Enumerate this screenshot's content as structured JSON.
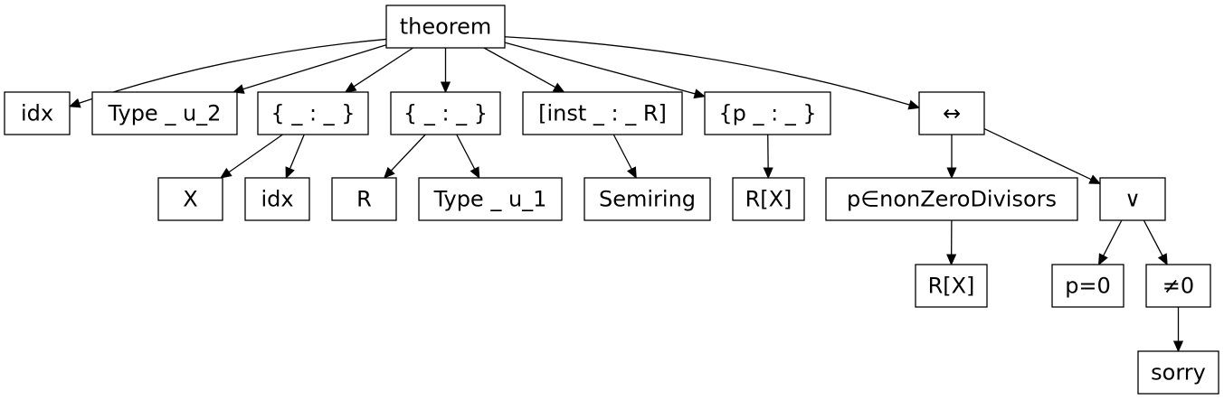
{
  "nodes": {
    "theorem": "theorem",
    "idx_1": "idx",
    "type_u2": "Type _ u_2",
    "binder_x": "{ _ : _ }",
    "binder_r": "{ _ : _ }",
    "inst_r": "[inst _ : _ R]",
    "binder_p": "{p _ : _ }",
    "iff": "↔",
    "x": "X",
    "idx_2": "idx",
    "r": "R",
    "type_u1": "Type _ u_1",
    "semiring": "Semiring",
    "rx_1": "R[X]",
    "mem_nonzero": "p∈nonZeroDivisors",
    "or": "∨",
    "rx_2": "R[X]",
    "p_eq_0": "p=0",
    "ne_0": "≠0",
    "sorry": "sorry"
  },
  "edges": [
    [
      "theorem",
      "idx_1"
    ],
    [
      "theorem",
      "type_u2"
    ],
    [
      "theorem",
      "binder_x"
    ],
    [
      "theorem",
      "binder_r"
    ],
    [
      "theorem",
      "inst_r"
    ],
    [
      "theorem",
      "binder_p"
    ],
    [
      "theorem",
      "iff"
    ],
    [
      "binder_x",
      "x"
    ],
    [
      "binder_x",
      "idx_2"
    ],
    [
      "binder_r",
      "r"
    ],
    [
      "binder_r",
      "type_u1"
    ],
    [
      "inst_r",
      "semiring"
    ],
    [
      "binder_p",
      "rx_1"
    ],
    [
      "iff",
      "mem_nonzero"
    ],
    [
      "iff",
      "or"
    ],
    [
      "mem_nonzero",
      "rx_2"
    ],
    [
      "or",
      "p_eq_0"
    ],
    [
      "or",
      "ne_0"
    ],
    [
      "ne_0",
      "sorry"
    ]
  ]
}
